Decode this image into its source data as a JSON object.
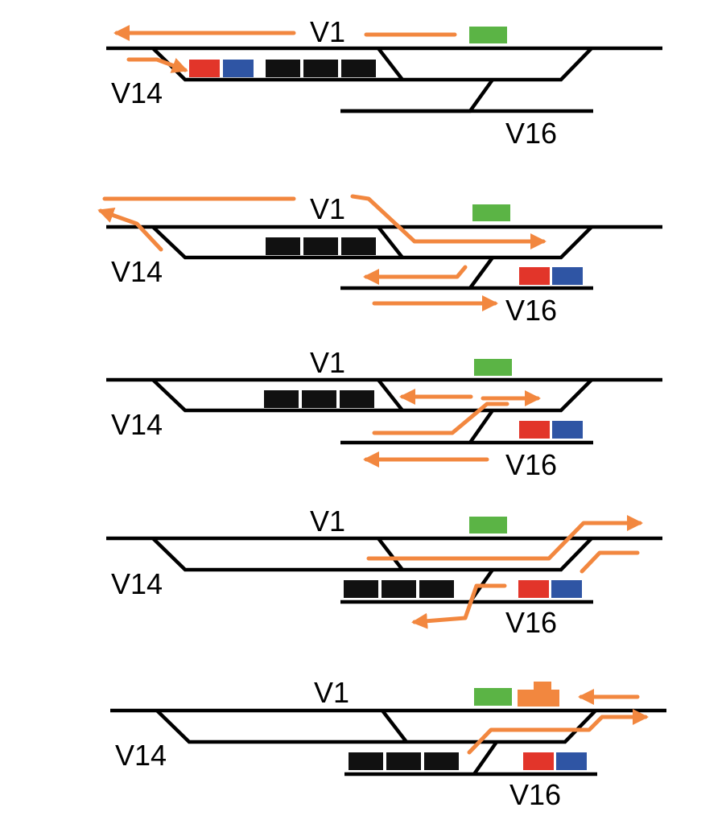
{
  "colors": {
    "track": "#000000",
    "route": "#F2873F",
    "green_car": "#5BB445",
    "red_car": "#E2352A",
    "blue_car": "#2F55A4",
    "black_car": "#111111",
    "locomotive": "#F2873F"
  },
  "labels": {
    "main_track": "V1",
    "siding_left": "V14",
    "siding_right": "V16"
  },
  "steps": [
    {
      "cars": [
        "red",
        "blue",
        "black",
        "black",
        "black",
        "green"
      ],
      "locomotive": false
    },
    {
      "cars": [
        "black",
        "black",
        "black",
        "green",
        "red",
        "blue"
      ],
      "locomotive": false
    },
    {
      "cars": [
        "black",
        "black",
        "black",
        "green",
        "red",
        "blue"
      ],
      "locomotive": false
    },
    {
      "cars": [
        "black",
        "black",
        "black",
        "green",
        "red",
        "blue"
      ],
      "locomotive": false
    },
    {
      "cars": [
        "green",
        "black",
        "black",
        "black",
        "red",
        "blue"
      ],
      "locomotive": true
    }
  ]
}
